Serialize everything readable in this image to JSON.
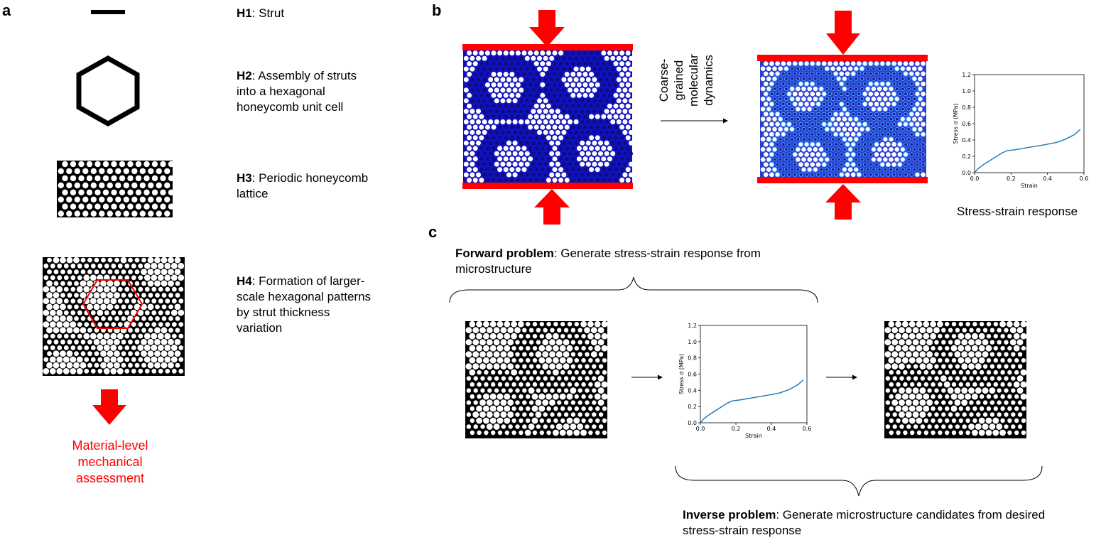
{
  "panels": {
    "a": "a",
    "b": "b",
    "c": "c"
  },
  "hierarchy": [
    {
      "key": "H1",
      "text": ": Strut"
    },
    {
      "key": "H2",
      "text": ": Assembly of struts into a hexagonal honeycomb unit cell"
    },
    {
      "key": "H3",
      "text": ": Periodic honeycomb lattice"
    },
    {
      "key": "H4",
      "text": ": Formation of larger-scale hexagonal patterns by strut thickness variation"
    }
  ],
  "assessment_label": "Material-level mechanical assessment",
  "md_label": "Coarse-grained molecular dynamics",
  "stress_strain_label": "Stress-strain response",
  "forward": {
    "bold": "Forward problem",
    "text": ": Generate stress-strain response from microstructure"
  },
  "inverse": {
    "bold": "Inverse problem",
    "text": ": Generate microstructure candidates from desired stress-strain response"
  },
  "colors": {
    "red": "#ff0000",
    "blue_dark": "#0a0a8c",
    "blue_light": "#2f7fe0",
    "curve": "#1f77b4"
  },
  "chart_data": [
    {
      "type": "line",
      "xlabel": "Strain",
      "ylabel": "Stress σ (MPa)",
      "xlim": [
        0,
        0.6
      ],
      "ylim": [
        0,
        1.2
      ],
      "xticks": [
        "0.0",
        "0.2",
        "0.4",
        "0.6"
      ],
      "yticks": [
        "0.0",
        "0.2",
        "0.4",
        "0.6",
        "0.8",
        "1.0",
        "1.2"
      ],
      "x": [
        0.0,
        0.02,
        0.05,
        0.1,
        0.15,
        0.18,
        0.22,
        0.3,
        0.38,
        0.45,
        0.5,
        0.55,
        0.58
      ],
      "y": [
        0.0,
        0.05,
        0.1,
        0.17,
        0.24,
        0.27,
        0.28,
        0.31,
        0.34,
        0.37,
        0.41,
        0.47,
        0.53
      ]
    }
  ]
}
